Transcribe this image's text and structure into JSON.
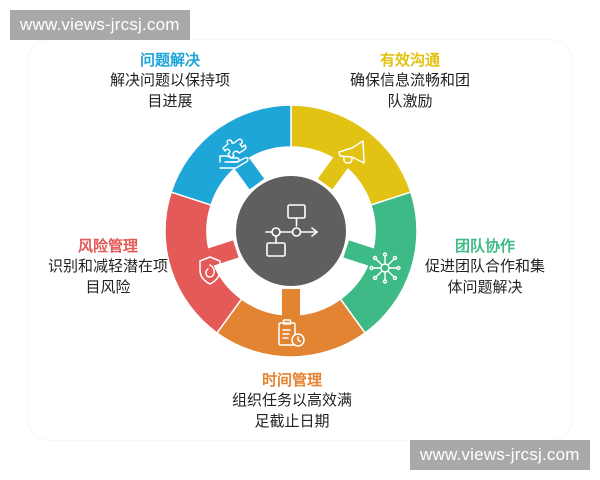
{
  "watermarks": {
    "top": "www.views-jrcsj.com",
    "bottom": "www.views-jrcsj.com"
  },
  "center": {
    "icon": "workflow-icon",
    "color": "#5f5f5f"
  },
  "segments": [
    {
      "key": "communication",
      "title": "有效沟通",
      "desc_line1": "确保信息流畅和团",
      "desc_line2": "队激励",
      "icon": "megaphone-icon",
      "color": "#e2c313"
    },
    {
      "key": "collaboration",
      "title": "团队协作",
      "desc_line1": "促进团队合作和集",
      "desc_line2": "体问题解决",
      "icon": "network-icon",
      "color": "#3dba85"
    },
    {
      "key": "time",
      "title": "时间管理",
      "desc_line1": "组织任务以高效满",
      "desc_line2": "足截止日期",
      "icon": "clipboard-clock-icon",
      "color": "#e38433"
    },
    {
      "key": "risk",
      "title": "风险管理",
      "desc_line1": "识别和减轻潜在项",
      "desc_line2": "目风险",
      "icon": "shield-flame-icon",
      "color": "#e35a59"
    },
    {
      "key": "problem",
      "title": "问题解决",
      "desc_line1": "解决问题以保持项",
      "desc_line2": "目进展",
      "icon": "puzzle-hand-icon",
      "color": "#1fa6d9"
    }
  ]
}
